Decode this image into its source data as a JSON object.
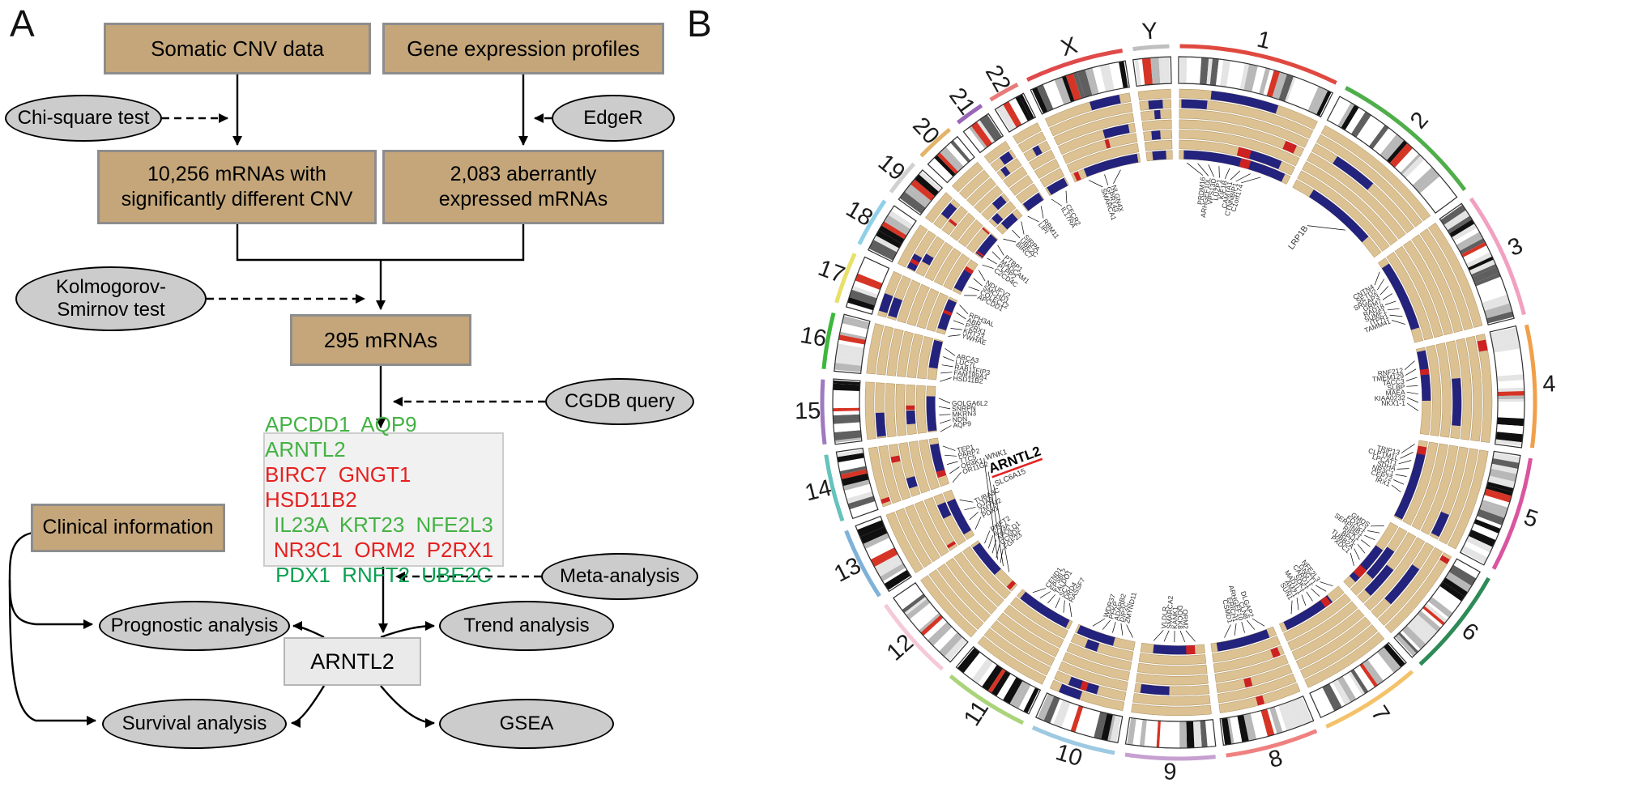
{
  "figure": {
    "panel_a_label": "A",
    "panel_b_label": "B"
  },
  "flowchart": {
    "boxes": {
      "somatic": "Somatic CNV data",
      "geneexpr": "Gene expression profiles",
      "cnv": "10,256 mRNAs with\nsignificantly different CNV",
      "expr": "2,083 aberrantly\nexpressed mRNAs",
      "m295": "295 mRNAs",
      "clinical": "Clinical information",
      "arntl2": "ARNTL2"
    },
    "ellipses": {
      "chi": "Chi-square test",
      "edger": "EdgeR",
      "ks": "Kolmogorov-\nSmirnov test",
      "cgdb": "CGDB query",
      "meta": "Meta-analysis",
      "prognostic": "Prognostic analysis",
      "trend": "Trend analysis",
      "survival": "Survival analysis",
      "gsea": "GSEA"
    },
    "gene_list": [
      {
        "text": "APCDD1 AQP9 ARNTL2",
        "color": "#44b244"
      },
      {
        "text": "BIRC7 GNGT1 HSD11B2",
        "color": "#e62020"
      },
      {
        "text": "IL23A KRT23 NFE2L3",
        "color": "#44b244"
      },
      {
        "text": "NR3C1 ORM2 P2RX1",
        "color": "#e62020"
      },
      {
        "text": "PDX1 RNFT2 UBE2C",
        "color": "#0aa050"
      }
    ]
  },
  "circos": {
    "layout": {
      "gap_deg": 1.3,
      "rings": 7
    },
    "highlight_color": "#e32222",
    "chromosomes": [
      {
        "name": "1",
        "mb": 249,
        "color": "#e0493f"
      },
      {
        "name": "2",
        "mb": 243,
        "color": "#4fae4a"
      },
      {
        "name": "3",
        "mb": 198,
        "color": "#f2a0c0"
      },
      {
        "name": "4",
        "mb": 191,
        "color": "#f0a04a"
      },
      {
        "name": "5",
        "mb": 181,
        "color": "#d9559f"
      },
      {
        "name": "6",
        "mb": 171,
        "color": "#2e8b57"
      },
      {
        "name": "7",
        "mb": 159,
        "color": "#f4c26a"
      },
      {
        "name": "8",
        "mb": 146,
        "color": "#f08080"
      },
      {
        "name": "9",
        "mb": 141,
        "color": "#c6a0d0"
      },
      {
        "name": "10",
        "mb": 134,
        "color": "#9ec9e2"
      },
      {
        "name": "11",
        "mb": 135,
        "color": "#aad47a"
      },
      {
        "name": "12",
        "mb": 134,
        "color": "#f6c9d9"
      },
      {
        "name": "13",
        "mb": 115,
        "color": "#7fb2d8"
      },
      {
        "name": "14",
        "mb": 107,
        "color": "#66c2bd"
      },
      {
        "name": "15",
        "mb": 102,
        "color": "#9f79c0"
      },
      {
        "name": "16",
        "mb": 90,
        "color": "#3db83d"
      },
      {
        "name": "17",
        "mb": 83,
        "color": "#e8e06a"
      },
      {
        "name": "18",
        "mb": 80,
        "color": "#8fd0e8"
      },
      {
        "name": "19",
        "mb": 59,
        "color": "#d0d0d0"
      },
      {
        "name": "20",
        "mb": 63,
        "color": "#e2b46a"
      },
      {
        "name": "21",
        "mb": 48,
        "color": "#9a66b8"
      },
      {
        "name": "22",
        "mb": 51,
        "color": "#e87a7a"
      },
      {
        "name": "X",
        "mb": 155,
        "color": "#e04a4a"
      },
      {
        "name": "Y",
        "mb": 59,
        "color": "#bfbfbf"
      }
    ],
    "clusters": [
      {
        "chrom": "1",
        "label_angle": 11,
        "anchor_angle": 11,
        "spread": 18,
        "genes": [
          "PRDM16",
          "ARHGEF10L",
          "VPS13D",
          "LUZP1",
          "KIF1B",
          "CAMTA1",
          "CTNNBIP1",
          "C1orf174"
        ]
      },
      {
        "chrom": "2",
        "label_angle": 36,
        "anchor_angle": 44,
        "spread": 3,
        "fs": 10.5,
        "r": 270,
        "genes": [
          "LRP1B"
        ]
      },
      {
        "chrom": "3",
        "label_angle": 64,
        "anchor_angle": 64,
        "spread": 14,
        "genes": [
          "CNTN4",
          "SETD2",
          "SRGAP3",
          "GRM7",
          "RAD18",
          "SUMF1",
          "ITPR1",
          "TAMM41"
        ]
      },
      {
        "chrom": "4",
        "label_angle": 86,
        "anchor_angle": 86,
        "spread": 12,
        "genes": [
          "RNF212",
          "TMEM129",
          "TACC3",
          "SLBP",
          "MAEA",
          "KIAA0232",
          "NKX1-1"
        ]
      },
      {
        "chrom": "5",
        "label_angle": 107,
        "anchor_angle": 106,
        "spread": 12,
        "genes": [
          "TRIP13",
          "CLPTM1L",
          "LPCAT1",
          "SDHA",
          "NR3C1",
          "CEP72",
          "IRX1"
        ]
      },
      {
        "chrom": "6",
        "label_angle": 127,
        "anchor_angle": 127,
        "spread": 12,
        "genes": [
          "GMDS",
          "FOXC1",
          "SERPINB1",
          "RIPK1",
          "BPHL",
          "TUBB2A",
          "PXDC1"
        ]
      },
      {
        "chrom": "7",
        "label_angle": 146,
        "anchor_angle": 146,
        "spread": 12,
        "genes": [
          "NFE2L3",
          "GNGT1",
          "CARD11",
          "SDK1",
          "MAD1L1",
          "AMZ1",
          "SUN1"
        ]
      },
      {
        "chrom": "8",
        "label_angle": 164,
        "anchor_angle": 164,
        "spread": 10,
        "genes": [
          "DLGAP2",
          "CLN8",
          "ARHGEF10",
          "ERICH1",
          "CSMD1"
        ]
      },
      {
        "chrom": "9",
        "label_angle": 181,
        "anchor_angle": 181,
        "spread": 10,
        "genes": [
          "ORM2",
          "DOCK8",
          "KANK1",
          "SMARCA2",
          "VLDLR"
        ]
      },
      {
        "chrom": "10",
        "label_angle": 196,
        "anchor_angle": 196,
        "spread": 10,
        "genes": [
          "ZMYND11",
          "DIP2C",
          "ADARB2",
          "PFKP",
          "WDR37"
        ]
      },
      {
        "chrom": "11",
        "label_angle": 212,
        "anchor_angle": 212,
        "spread": 11,
        "genes": [
          "RASSF7",
          "DRD4",
          "SCT",
          "TALDO1",
          "EPS8L2",
          "CEND1"
        ]
      },
      {
        "chrom": "12",
        "label_angle": 250,
        "anchor_angle": 227,
        "spread": 4,
        "fs": 9.5,
        "r": 250,
        "label_step": 4.0,
        "highlight": "ARNTL2",
        "genes": [
          "SLC6A15",
          "ARNTL2",
          "WNK1"
        ]
      },
      {
        "chrom": "12",
        "label_angle": 233,
        "anchor_angle": 231,
        "spread": 6,
        "genes": [
          "FGF23",
          "CCND2",
          "APOLD1",
          "IL23A",
          "RNFT2"
        ]
      },
      {
        "chrom": "13",
        "label_angle": 242,
        "anchor_angle": 242,
        "spread": 8,
        "genes": [
          "PDX1",
          "ZMYM2",
          "GJA3",
          "TUBA3C"
        ]
      },
      {
        "chrom": "14",
        "label_angle": 255,
        "anchor_angle": 255,
        "spread": 9,
        "genes": [
          "OR11G2",
          "OR4K1",
          "TTC5",
          "PARP2",
          "TEP1"
        ]
      },
      {
        "chrom": "15",
        "label_angle": 267,
        "anchor_angle": 267,
        "spread": 8,
        "genes": [
          "AQP9",
          "NDN",
          "MKRN3",
          "SNRPN",
          "GOLGA6L2"
        ]
      },
      {
        "chrom": "16",
        "label_angle": 279,
        "anchor_angle": 279,
        "spread": 8,
        "genes": [
          "HSD11B2",
          "FAM189A1",
          "RAB11FIP3",
          "LUC7L",
          "ABCA3"
        ]
      },
      {
        "chrom": "17",
        "label_angle": 290,
        "anchor_angle": 290,
        "spread": 8,
        "genes": [
          "YWHAE",
          "KRT23",
          "P2RX1",
          "ABR",
          "RPH3AL"
        ]
      },
      {
        "chrom": "18",
        "label_angle": 300,
        "anchor_angle": 300,
        "spread": 7,
        "genes": [
          "APCDD1",
          "COLEC12",
          "SMCHD1",
          "NDUFV2"
        ]
      },
      {
        "chrom": "19",
        "label_angle": 308,
        "anchor_angle": 308,
        "spread": 6,
        "genes": [
          "C2CD4C",
          "PLPP2",
          "MADCAM1",
          "PTBP1"
        ]
      },
      {
        "chrom": "20",
        "label_angle": 316,
        "anchor_angle": 316,
        "spread": 6,
        "genes": [
          "BIRC7",
          "UBE2C",
          "SIRPA"
        ]
      },
      {
        "chrom": "21",
        "label_angle": 323,
        "anchor_angle": 323,
        "spread": 4,
        "genes": [
          "LIPI",
          "RBM11"
        ]
      },
      {
        "chrom": "22",
        "label_angle": 330,
        "anchor_angle": 330,
        "spread": 4,
        "genes": [
          "IL17RA",
          "CECR2"
        ]
      },
      {
        "chrom": "X",
        "label_angle": 342,
        "anchor_angle": 342,
        "spread": 8,
        "genes": [
          "SMARCA1",
          "GPR143",
          "NLGN4X"
        ]
      }
    ]
  }
}
